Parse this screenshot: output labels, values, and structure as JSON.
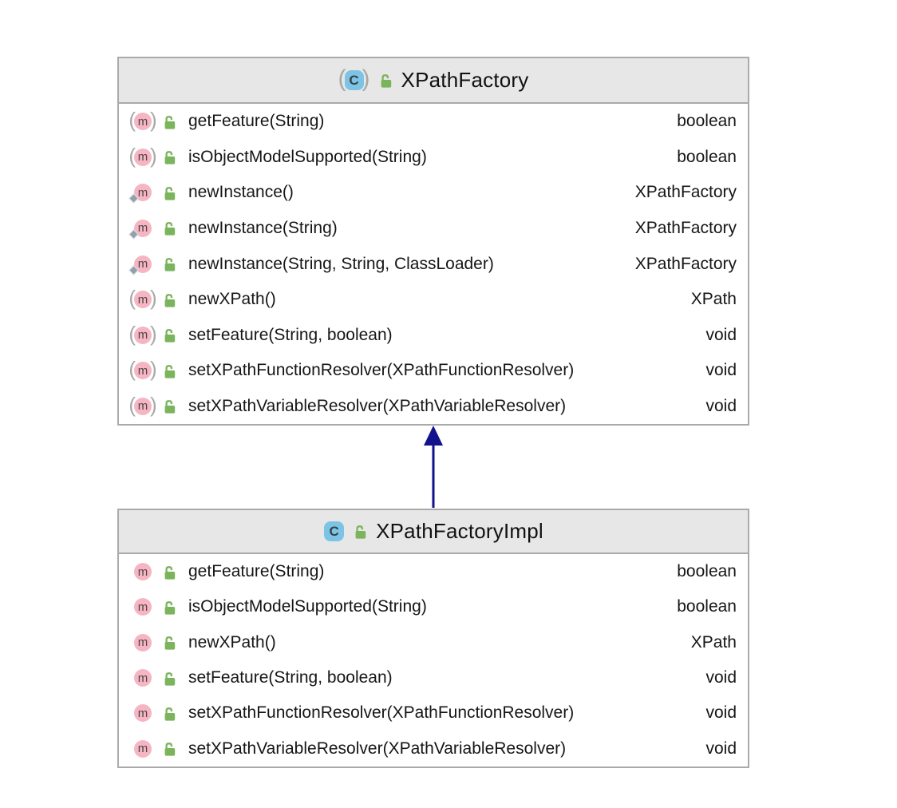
{
  "page": {
    "background": "#ffffff"
  },
  "diagram": {
    "kind": "uml-class-diagram",
    "glyphs": {
      "class_letter": "C",
      "method_letter": "m",
      "paren_open": "(",
      "paren_close": ")"
    },
    "icons": {
      "abstract_class": "c-bubble-with-parentheses",
      "concrete_class": "c-bubble",
      "abstract_method": "m-bubble-with-parentheses",
      "static_method": "m-bubble-with-diamond",
      "instance_method": "m-bubble",
      "visibility_public": "green-open-lock"
    },
    "colors": {
      "page_bg": "#ffffff",
      "header_bg": "#e7e7e7",
      "row_bg": "#ffffff",
      "border": "#aaaaaa",
      "text": "#161616",
      "arrow": "#12128c",
      "class_blue": "#7cc4e5",
      "method_pink": "#f5b5c2",
      "lock_green": "#7bb45c",
      "paren_gray": "#a8a8a8",
      "diamond_gray": "#93a0ab"
    },
    "classes": [
      {
        "name": "XPathFactory",
        "abstract": true,
        "visibility": "public",
        "methods": [
          {
            "signature": "getFeature(String)",
            "returns": "boolean",
            "modifier": "abstract"
          },
          {
            "signature": "isObjectModelSupported(String)",
            "returns": "boolean",
            "modifier": "abstract"
          },
          {
            "signature": "newInstance()",
            "returns": "XPathFactory",
            "modifier": "static"
          },
          {
            "signature": "newInstance(String)",
            "returns": "XPathFactory",
            "modifier": "static"
          },
          {
            "signature": "newInstance(String, String, ClassLoader)",
            "returns": "XPathFactory",
            "modifier": "static"
          },
          {
            "signature": "newXPath()",
            "returns": "XPath",
            "modifier": "abstract"
          },
          {
            "signature": "setFeature(String, boolean)",
            "returns": "void",
            "modifier": "abstract"
          },
          {
            "signature": "setXPathFunctionResolver(XPathFunctionResolver)",
            "returns": "void",
            "modifier": "abstract"
          },
          {
            "signature": "setXPathVariableResolver(XPathVariableResolver)",
            "returns": "void",
            "modifier": "abstract"
          }
        ]
      },
      {
        "name": "XPathFactoryImpl",
        "abstract": false,
        "visibility": "public",
        "methods": [
          {
            "signature": "getFeature(String)",
            "returns": "boolean",
            "modifier": "instance"
          },
          {
            "signature": "isObjectModelSupported(String)",
            "returns": "boolean",
            "modifier": "instance"
          },
          {
            "signature": "newXPath()",
            "returns": "XPath",
            "modifier": "instance"
          },
          {
            "signature": "setFeature(String, boolean)",
            "returns": "void",
            "modifier": "instance"
          },
          {
            "signature": "setXPathFunctionResolver(XPathFunctionResolver)",
            "returns": "void",
            "modifier": "instance"
          },
          {
            "signature": "setXPathVariableResolver(XPathVariableResolver)",
            "returns": "void",
            "modifier": "instance"
          }
        ]
      }
    ],
    "relation": {
      "type": "extends",
      "from": "XPathFactoryImpl",
      "to": "XPathFactory",
      "arrow_style": "solid-filled-triangle-up"
    }
  }
}
